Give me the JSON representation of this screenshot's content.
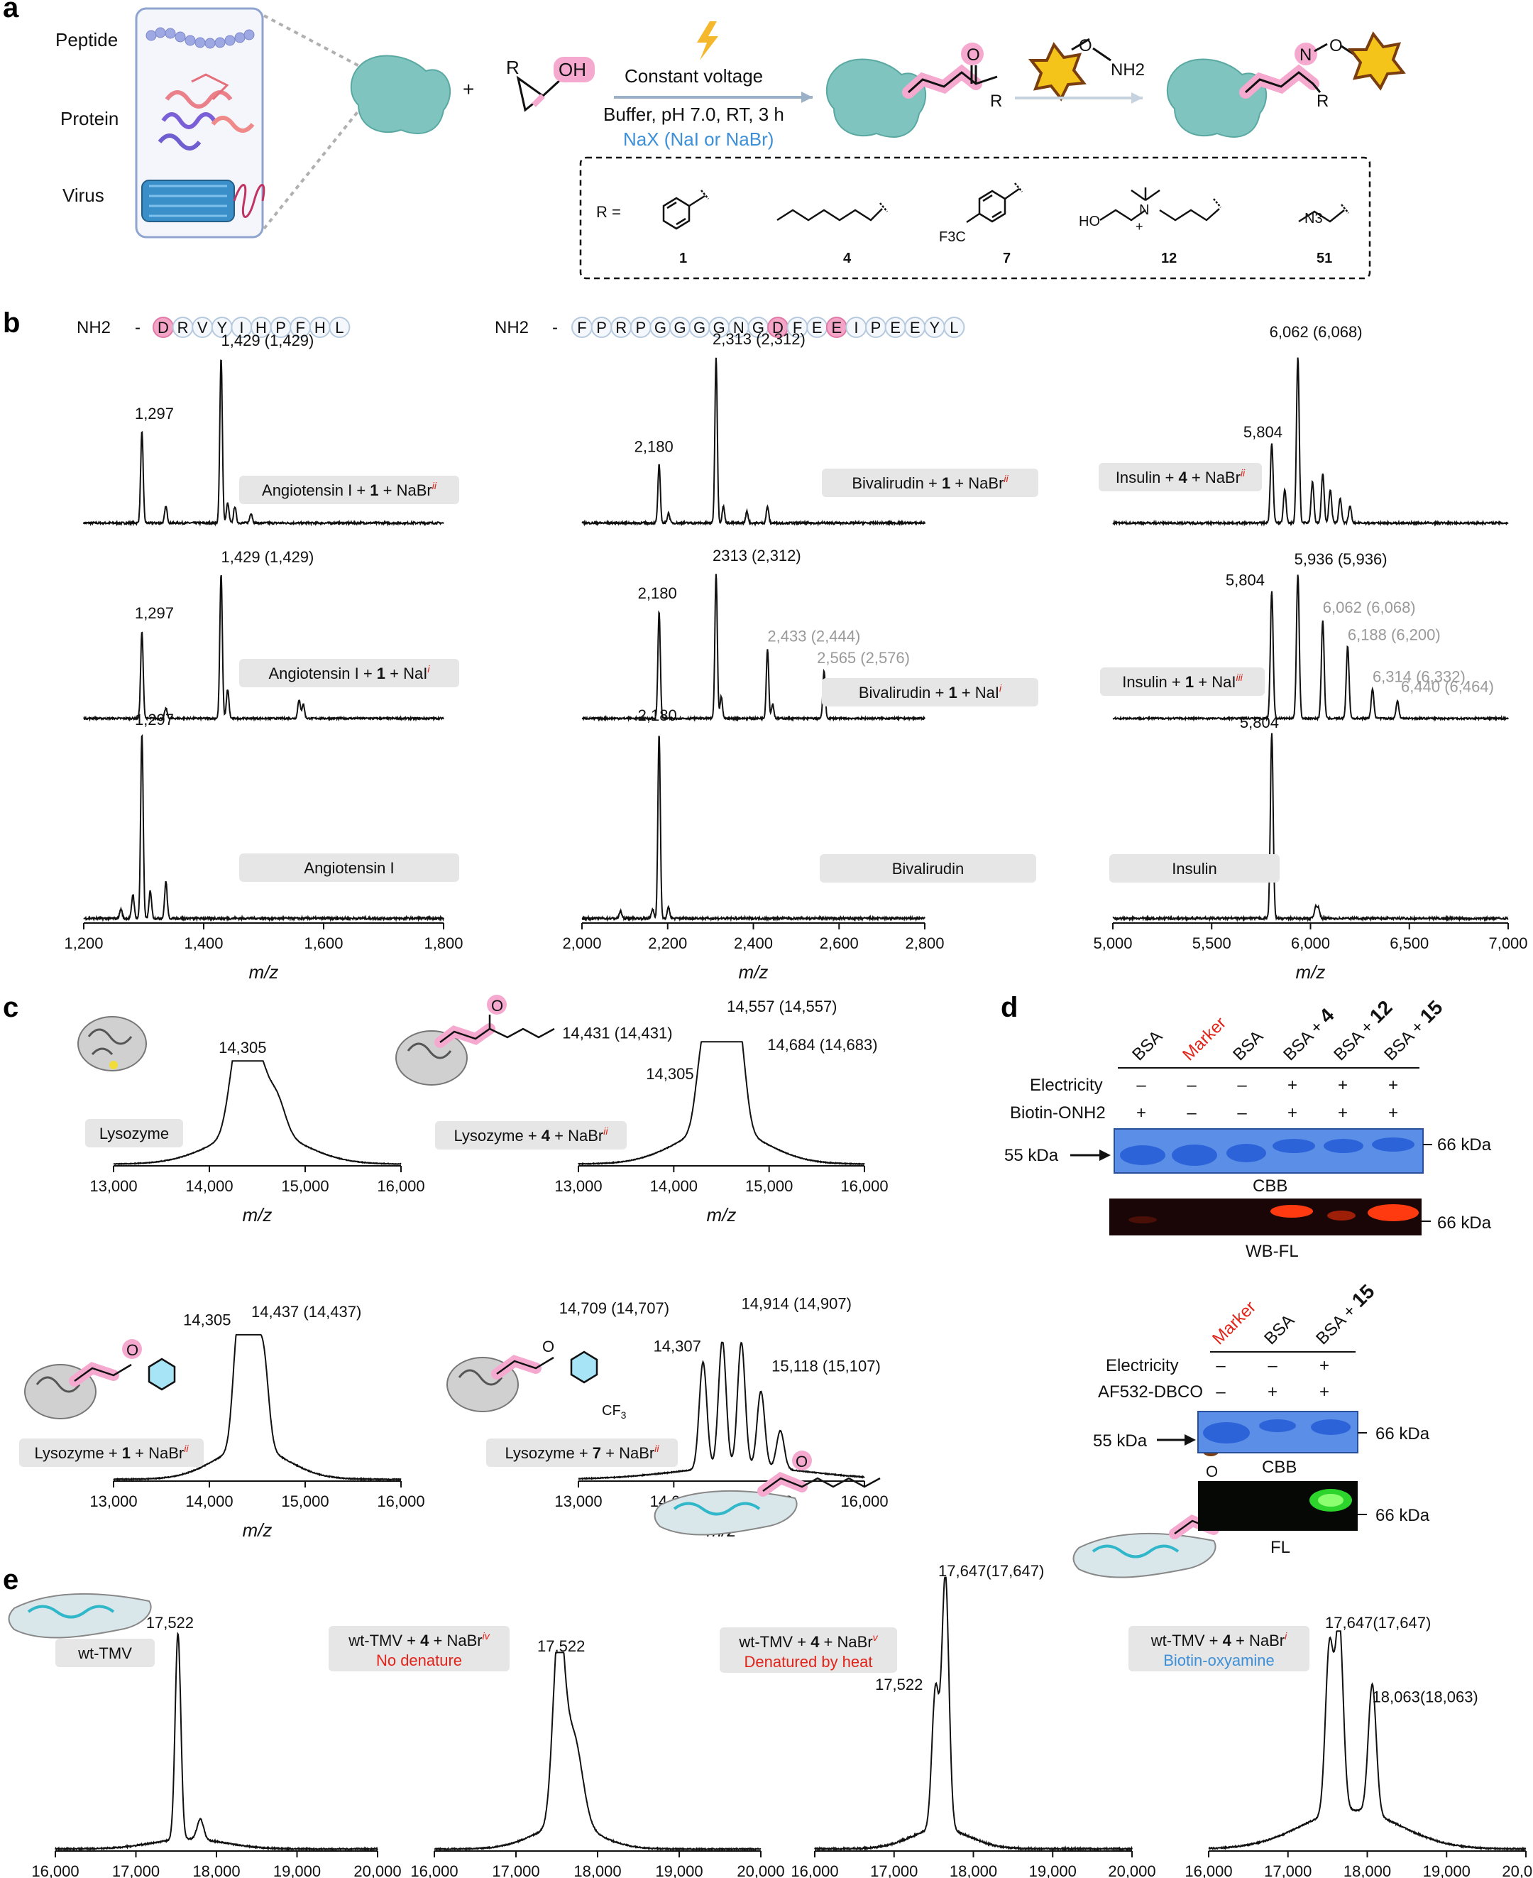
{
  "panel_labels": {
    "a": "a",
    "b": "b",
    "c": "c",
    "d": "d",
    "e": "e"
  },
  "panel_a": {
    "substrates": [
      "Peptide",
      "Protein",
      "Virus"
    ],
    "plus": "+",
    "reagent_R": "R",
    "reagent_OH": "OH",
    "conditions_line1": "Constant voltage",
    "conditions_line2": "Buffer, pH 7.0, RT, 3 h",
    "conditions_line3": "NaX (NaI or NaBr)",
    "product_O": "O",
    "product_R": "R",
    "oxyamine_O": "O",
    "oxyamine_NH2": "NH2",
    "oxime_N": "N",
    "oxime_O": "O",
    "oxime_R": "R",
    "r_eq": "R  =",
    "r_groups": [
      {
        "num": "1"
      },
      {
        "num": "4"
      },
      {
        "num": "7",
        "sub": "F3C"
      },
      {
        "num": "12",
        "sub": "HO"
      },
      {
        "num": "51",
        "sub": "N3"
      }
    ]
  },
  "panel_b": {
    "seq1_prefix": "NH2",
    "seq1": [
      "D",
      "R",
      "V",
      "Y",
      "I",
      "H",
      "P",
      "F",
      "H",
      "L"
    ],
    "seq1_highlight": [
      0
    ],
    "seq2_prefix": "NH2",
    "seq2": [
      "F",
      "P",
      "R",
      "P",
      "G",
      "G",
      "G",
      "G",
      "N",
      "G",
      "D",
      "F",
      "E",
      "E",
      "I",
      "P",
      "E",
      "E",
      "Y",
      "L"
    ],
    "seq2_highlight": [
      10,
      13
    ]
  },
  "chart_data": [
    {
      "type": "line",
      "panel": "b",
      "column": 1,
      "row": 1,
      "label": "Angiotensin I + 1 + NaBr",
      "superscript": "ii",
      "xlim": [
        1200,
        1800
      ],
      "xticks": [
        "1,200",
        "1,400",
        "1,600",
        "1,800"
      ],
      "xlabel": "m/z",
      "peaks": [
        {
          "x": 1297,
          "h": 0.55,
          "label": "1,297"
        },
        {
          "x": 1429,
          "h": 1.0,
          "label": "1,429 (1,429)"
        },
        {
          "x": 1337,
          "h": 0.1
        },
        {
          "x": 1440,
          "h": 0.12
        },
        {
          "x": 1452,
          "h": 0.1
        },
        {
          "x": 1479,
          "h": 0.06
        }
      ]
    },
    {
      "type": "line",
      "panel": "b",
      "column": 1,
      "row": 2,
      "label": "Angiotensin I + 1 + NaI",
      "superscript": "i",
      "xlim": [
        1200,
        1800
      ],
      "xlabel": "m/z",
      "peaks": [
        {
          "x": 1297,
          "h": 0.6,
          "label": "1,297"
        },
        {
          "x": 1429,
          "h": 1.0,
          "label": "1,429 (1,429)"
        },
        {
          "x": 1440,
          "h": 0.2
        },
        {
          "x": 1559,
          "h": 0.13
        },
        {
          "x": 1566,
          "h": 0.1
        },
        {
          "x": 1337,
          "h": 0.07
        }
      ]
    },
    {
      "type": "line",
      "panel": "b",
      "column": 1,
      "row": 3,
      "label": "Angiotensin I",
      "xlim": [
        1200,
        1800
      ],
      "xlabel": "m/z",
      "peaks": [
        {
          "x": 1297,
          "h": 1.0,
          "label": "1,297"
        },
        {
          "x": 1282,
          "h": 0.13
        },
        {
          "x": 1311,
          "h": 0.15
        },
        {
          "x": 1337,
          "h": 0.2
        },
        {
          "x": 1262,
          "h": 0.05
        }
      ]
    },
    {
      "type": "line",
      "panel": "b",
      "column": 2,
      "row": 1,
      "label": "Bivalirudin + 1 + NaBr",
      "superscript": "ii",
      "xlim": [
        2000,
        2800
      ],
      "xticks": [
        "2,000",
        "2,200",
        "2,400",
        "2,600",
        "2,800"
      ],
      "xlabel": "m/z",
      "peaks": [
        {
          "x": 2180,
          "h": 0.35,
          "label": "2,180"
        },
        {
          "x": 2313,
          "h": 1.0,
          "label": "2,313 (2,312)"
        },
        {
          "x": 2330,
          "h": 0.1
        },
        {
          "x": 2385,
          "h": 0.07
        },
        {
          "x": 2433,
          "h": 0.1
        },
        {
          "x": 2202,
          "h": 0.06
        }
      ]
    },
    {
      "type": "line",
      "panel": "b",
      "column": 2,
      "row": 2,
      "label": "Bivalirudin + 1 + NaI",
      "superscript": "i",
      "xlim": [
        2000,
        2800
      ],
      "xlabel": "m/z",
      "peaks": [
        {
          "x": 2180,
          "h": 0.74,
          "label": "2,180"
        },
        {
          "x": 2313,
          "h": 1.0,
          "label": "2313 (2,312)"
        },
        {
          "x": 2433,
          "h": 0.48,
          "label": "2,433 (2,444)",
          "grey": true
        },
        {
          "x": 2565,
          "h": 0.33,
          "label": "2,565 (2,576)",
          "grey": true
        },
        {
          "x": 2325,
          "h": 0.15
        },
        {
          "x": 2445,
          "h": 0.1
        }
      ]
    },
    {
      "type": "line",
      "panel": "b",
      "column": 2,
      "row": 3,
      "label": "Bivalirudin",
      "xlim": [
        2000,
        2800
      ],
      "xlabel": "m/z",
      "peaks": [
        {
          "x": 2180,
          "h": 1.0,
          "label": "2,180"
        },
        {
          "x": 2202,
          "h": 0.06
        },
        {
          "x": 2165,
          "h": 0.05
        },
        {
          "x": 2090,
          "h": 0.04
        }
      ]
    },
    {
      "type": "line",
      "panel": "b",
      "column": 3,
      "row": 1,
      "label": "Insulin + 4 + NaBr",
      "superscript": "ii",
      "xlim": [
        5000,
        7000
      ],
      "xticks": [
        "5,000",
        "5,500",
        "6,000",
        "6,500",
        "7,000"
      ],
      "xlabel": "m/z",
      "peaks": [
        {
          "x": 5804,
          "h": 0.48,
          "label": "5,804"
        },
        {
          "x": 5936,
          "h": 1.0,
          "label": "6,062 (6,068)"
        },
        {
          "x": 5870,
          "h": 0.2
        },
        {
          "x": 6010,
          "h": 0.25
        },
        {
          "x": 6062,
          "h": 0.3
        },
        {
          "x": 6100,
          "h": 0.2
        },
        {
          "x": 6150,
          "h": 0.15
        },
        {
          "x": 6200,
          "h": 0.1
        }
      ]
    },
    {
      "type": "line",
      "panel": "b",
      "column": 3,
      "row": 2,
      "label": "Insulin + 1 + NaI",
      "superscript": "iii",
      "xlim": [
        5000,
        7000
      ],
      "xlabel": "m/z",
      "peaks": [
        {
          "x": 5804,
          "h": 0.88,
          "label": "5,804"
        },
        {
          "x": 5936,
          "h": 1.0,
          "label": "5,936 (5,936)"
        },
        {
          "x": 6062,
          "h": 0.68,
          "label": "6,062 (6,068)",
          "grey": true
        },
        {
          "x": 6188,
          "h": 0.5,
          "label": "6,188 (6,200)",
          "grey": true
        },
        {
          "x": 6314,
          "h": 0.2,
          "label": "6,314 (6,332)",
          "grey": true
        },
        {
          "x": 6440,
          "h": 0.12,
          "label": "6,440 (6,464)",
          "grey": true
        }
      ]
    },
    {
      "type": "line",
      "panel": "b",
      "column": 3,
      "row": 3,
      "label": "Insulin",
      "xlim": [
        5000,
        7000
      ],
      "xlabel": "m/z",
      "peaks": [
        {
          "x": 5804,
          "h": 1.0,
          "label": "5,804"
        },
        {
          "x": 6026,
          "h": 0.06
        },
        {
          "x": 6040,
          "h": 0.05
        }
      ]
    },
    {
      "type": "line",
      "panel": "c",
      "label": "Lysozyme",
      "xlim": [
        13000,
        16000
      ],
      "xticks": [
        "13,000",
        "14,000",
        "15,000",
        "16,000"
      ],
      "xlabel": "m/z",
      "peaks": [
        {
          "x": 14305,
          "h": 1.0,
          "w": 90,
          "label": "14,305"
        },
        {
          "x": 14505,
          "h": 0.72,
          "w": 90
        },
        {
          "x": 14700,
          "h": 0.38,
          "w": 90
        }
      ],
      "broad": 0.22
    },
    {
      "type": "line",
      "panel": "c",
      "label": "Lysozyme + 4 + NaBr",
      "superscript": "ii",
      "xlim": [
        13000,
        16000
      ],
      "xticks": [
        "13,000",
        "14,000",
        "15,000",
        "16,000"
      ],
      "xlabel": "m/z",
      "peaks": [
        {
          "x": 14305,
          "h": 0.7,
          "w": 70,
          "label": "14,305"
        },
        {
          "x": 14431,
          "h": 0.86,
          "w": 70,
          "label": "14,431 (14,431)"
        },
        {
          "x": 14557,
          "h": 1.0,
          "w": 70,
          "label": "14,557 (14,557)"
        },
        {
          "x": 14684,
          "h": 0.82,
          "w": 70,
          "label": "14,684 (14,683)"
        }
      ],
      "broad": 0.2
    },
    {
      "type": "line",
      "panel": "c",
      "label": "Lysozyme + 1 + NaBr",
      "superscript": "ii",
      "xlim": [
        13000,
        16000
      ],
      "xticks": [
        "13,000",
        "14,000",
        "15,000",
        "16,000"
      ],
      "xlabel": "m/z",
      "peaks": [
        {
          "x": 14305,
          "h": 0.95,
          "w": 55,
          "label": "14,305"
        },
        {
          "x": 14437,
          "h": 1.0,
          "w": 55,
          "label": "14,437 (14,437)"
        },
        {
          "x": 14560,
          "h": 0.72,
          "w": 55
        }
      ],
      "broad": 0.15
    },
    {
      "type": "line",
      "panel": "c",
      "label": "Lysozyme + 7 + NaBr",
      "superscript": "ii",
      "xlim": [
        13000,
        16000
      ],
      "xticks": [
        "13,000",
        "14,000",
        "15,000",
        "16,000"
      ],
      "xlabel": "m/z",
      "peaks": [
        {
          "x": 14307,
          "h": 0.84,
          "w": 40,
          "label": "14,307"
        },
        {
          "x": 14509,
          "h": 1.0,
          "w": 40,
          "label": "14,709 (14,707)"
        },
        {
          "x": 14709,
          "h": 0.98,
          "w": 40,
          "label": "14,914 (14,907)"
        },
        {
          "x": 14914,
          "h": 0.6,
          "w": 40,
          "label": "15,118 (15,107)"
        },
        {
          "x": 15118,
          "h": 0.3,
          "w": 40
        }
      ],
      "broad": 0.06
    },
    {
      "type": "line",
      "panel": "e",
      "label": "wt-TMV",
      "xlim": [
        16000,
        20000
      ],
      "xticks": [
        "16,000",
        "17,000",
        "18,000",
        "19,000",
        "20,000"
      ],
      "xlabel": "m/z",
      "peaks": [
        {
          "x": 17522,
          "h": 1.0,
          "w": 35,
          "label": "17,522"
        },
        {
          "x": 17800,
          "h": 0.1,
          "w": 40
        }
      ],
      "broad": 0.03
    },
    {
      "type": "line",
      "panel": "e",
      "label": "wt-TMV + 4 + NaBr",
      "superscript": "iv",
      "note": "No denature",
      "xlim": [
        16000,
        20000
      ],
      "xticks": [
        "16,000",
        "17,000",
        "18,000",
        "19,000",
        "20,000"
      ],
      "xlabel": "m/z",
      "peaks": [
        {
          "x": 17522,
          "h": 1.0,
          "w": 70,
          "label": "17,522"
        },
        {
          "x": 17700,
          "h": 0.5,
          "w": 110
        }
      ],
      "broad": 0.08
    },
    {
      "type": "line",
      "panel": "e",
      "label": "wt-TMV + 4 + NaBr",
      "superscript": "v",
      "note": "Denatured by heat",
      "xlim": [
        16000,
        20000
      ],
      "xticks": [
        "16,000",
        "17,000",
        "18,000",
        "19,000",
        "20,000"
      ],
      "xlabel": "m/z",
      "peaks": [
        {
          "x": 17522,
          "h": 0.55,
          "w": 45,
          "label": "17,522"
        },
        {
          "x": 17647,
          "h": 1.0,
          "w": 45,
          "label": "17,647(17,647)"
        }
      ],
      "broad": 0.05
    },
    {
      "type": "line",
      "panel": "e",
      "label": "wt-TMV + 4 + NaBr",
      "superscript": "i",
      "note": "Biotin-oxyamine",
      "xlim": [
        16000,
        20000
      ],
      "xticks": [
        "16,000",
        "17,000",
        "18,000",
        "19,000",
        "20,000"
      ],
      "xlabel": "m/z",
      "peaks": [
        {
          "x": 17522,
          "h": 0.82,
          "w": 50,
          "label": "17,522"
        },
        {
          "x": 17647,
          "h": 0.92,
          "w": 50,
          "label": "17,647(17,647)"
        },
        {
          "x": 18063,
          "h": 0.64,
          "w": 50,
          "label": "18,063(18,063)"
        }
      ],
      "broad": 0.12
    }
  ],
  "panel_d": {
    "gel1_lanes": [
      "BSA",
      "Marker",
      "BSA",
      "BSA + 4",
      "BSA + 12",
      "BSA + 15"
    ],
    "gel1_rows": [
      {
        "label": "Electricity",
        "values": [
          "–",
          "–",
          "–",
          "+",
          "+",
          "+"
        ]
      },
      {
        "label": "Biotin-ONH2",
        "values": [
          "+",
          "–",
          "–",
          "+",
          "+",
          "+"
        ]
      }
    ],
    "gel1_left_marker": "55 kDa",
    "gel1_right_marker": "66 kDa",
    "gel1_cbb": "CBB",
    "gel1_wb": "WB-FL",
    "gel1_wb_marker": "66 kDa",
    "gel2_lanes": [
      "Marker",
      "BSA",
      "BSA + 15"
    ],
    "gel2_rows": [
      {
        "label": "Electricity",
        "values": [
          "–",
          "–",
          "+"
        ]
      },
      {
        "label": "AF532-DBCO",
        "values": [
          "–",
          "+",
          "+"
        ]
      }
    ],
    "gel2_left_marker": "55 kDa",
    "gel2_right_marker": "66 kDa",
    "gel2_cbb": "CBB",
    "gel2_fl": "FL",
    "gel2_fl_marker": "66 kDa"
  },
  "colors": {
    "pink": "#f6a9cf",
    "teal": "#7fc4bf",
    "blue_gel": "#5b8ee6",
    "red_text": "#e2231a",
    "blue_text": "#3d8fd8"
  }
}
